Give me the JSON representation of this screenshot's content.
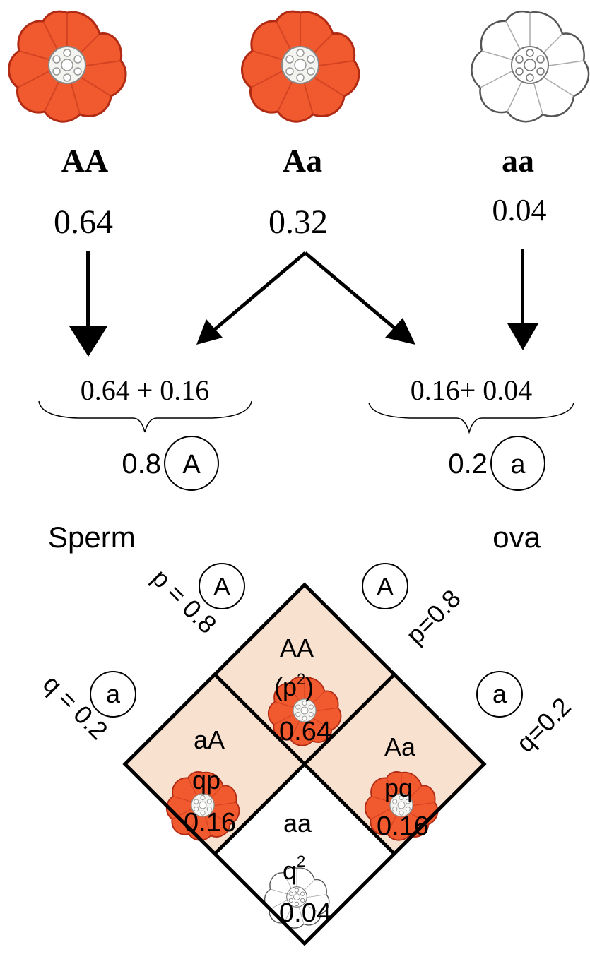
{
  "genotypes": [
    {
      "label": "AA",
      "freq": "0.64",
      "flower": "red"
    },
    {
      "label": "Aa",
      "freq": "0.32",
      "flower": "red"
    },
    {
      "label": "aa",
      "freq": "0.04",
      "flower": "white"
    }
  ],
  "pools": {
    "left": {
      "sum": "0.64 + 0.16",
      "result": "0.8",
      "allele": "A"
    },
    "right": {
      "sum": "0.16+ 0.04",
      "result": "0.2",
      "allele": "a"
    }
  },
  "gametes": {
    "left_label": "Sperm",
    "right_label": "ova"
  },
  "axes": {
    "left_A_freq": "p = 0.8",
    "left_a_freq": "q = 0.2",
    "right_A_freq": "p=0.8",
    "right_a_freq": "q=0.2",
    "allele_A": "A",
    "allele_a": "a"
  },
  "cells": {
    "top": {
      "genotype": "AA",
      "expr": "(p",
      "sup": "2",
      "expr_end": ")",
      "value": "0.64"
    },
    "left": {
      "genotype": "aA",
      "expr": "qp",
      "value": "0.16"
    },
    "right": {
      "genotype": "Aa",
      "expr": "pq",
      "value": "0.16"
    },
    "bottom": {
      "genotype": "aa",
      "expr": "q",
      "sup": "2",
      "value": "0.04"
    }
  },
  "colors": {
    "red_petal": "#f05a2e",
    "red_petal_dark": "#c2331a",
    "white_petal": "#ffffff",
    "white_outline": "#555555",
    "cell_tint": "#f9e1cf",
    "line": "#000000"
  }
}
